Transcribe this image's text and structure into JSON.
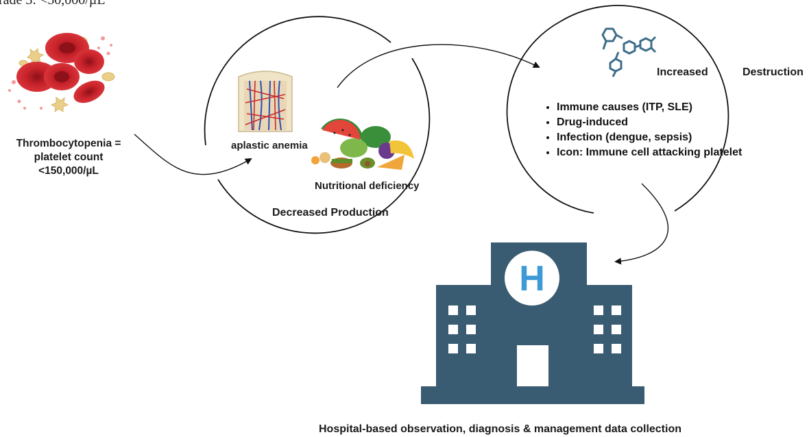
{
  "clipped_top_text": "rade 3: <50,000/µL",
  "thrombocytopenia": {
    "line1": "Thrombocytopenia =",
    "line2": "platelet count",
    "line3": "<150,000/µL"
  },
  "production": {
    "aplastic_label": "aplastic anemia",
    "nutrition_label": "Nutritional deficiency",
    "title": "Decreased Production"
  },
  "destruction": {
    "title_word1": "Increased",
    "title_word2": "Destruction",
    "causes": [
      "Immune causes (ITP, SLE)",
      "Drug-induced",
      "Infection (dengue, sepsis)",
      "Icon: Immune cell attacking platelet"
    ]
  },
  "hospital": {
    "caption": "Hospital-based observation, diagnosis & management data collection",
    "sign_letter": "H"
  },
  "colors": {
    "hospital": "#3a5c73",
    "hospital_sign": "#3d9ad6",
    "rbc": "#c8232b",
    "platelet": "#e9cf8a",
    "molecule": "#3f6d8a"
  }
}
